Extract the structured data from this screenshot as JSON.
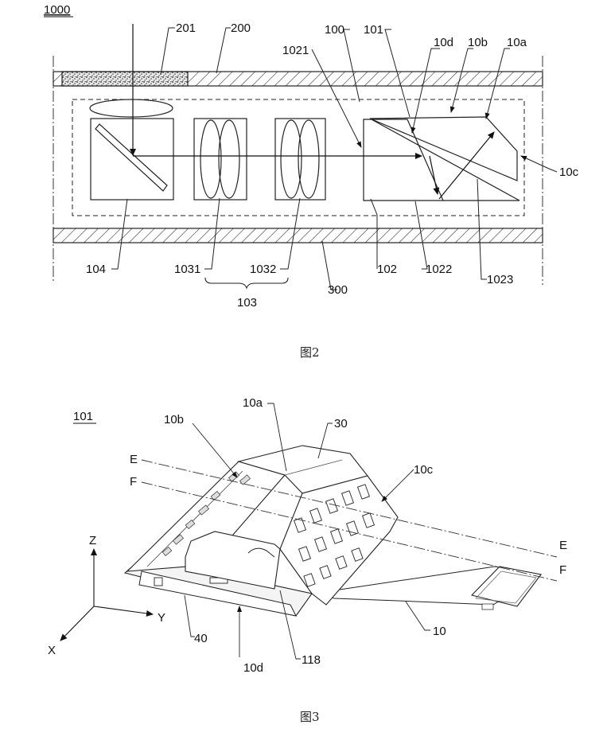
{
  "figure2": {
    "id_label": "1000",
    "caption": "图2",
    "labels": {
      "l201": "201",
      "l200": "200",
      "l100": "100",
      "l101": "101",
      "l1021": "1021",
      "l10d": "10d",
      "l10b": "10b",
      "l10a": "10a",
      "l10c": "10c",
      "l104": "104",
      "l1031": "1031",
      "l1032": "1032",
      "l103": "103",
      "l300": "300",
      "l102": "102",
      "l1022": "1022",
      "l1023": "1023"
    }
  },
  "figure3": {
    "id_label": "101",
    "caption": "图3",
    "labels": {
      "l10b": "10b",
      "l10a": "10a",
      "l30": "30",
      "l10c": "10c",
      "lE1": "E",
      "lF1": "F",
      "lE2": "E",
      "lF2": "F",
      "lZ": "Z",
      "lY": "Y",
      "lX": "X",
      "l40": "40",
      "l10d": "10d",
      "l118": "118",
      "l10": "10"
    }
  }
}
